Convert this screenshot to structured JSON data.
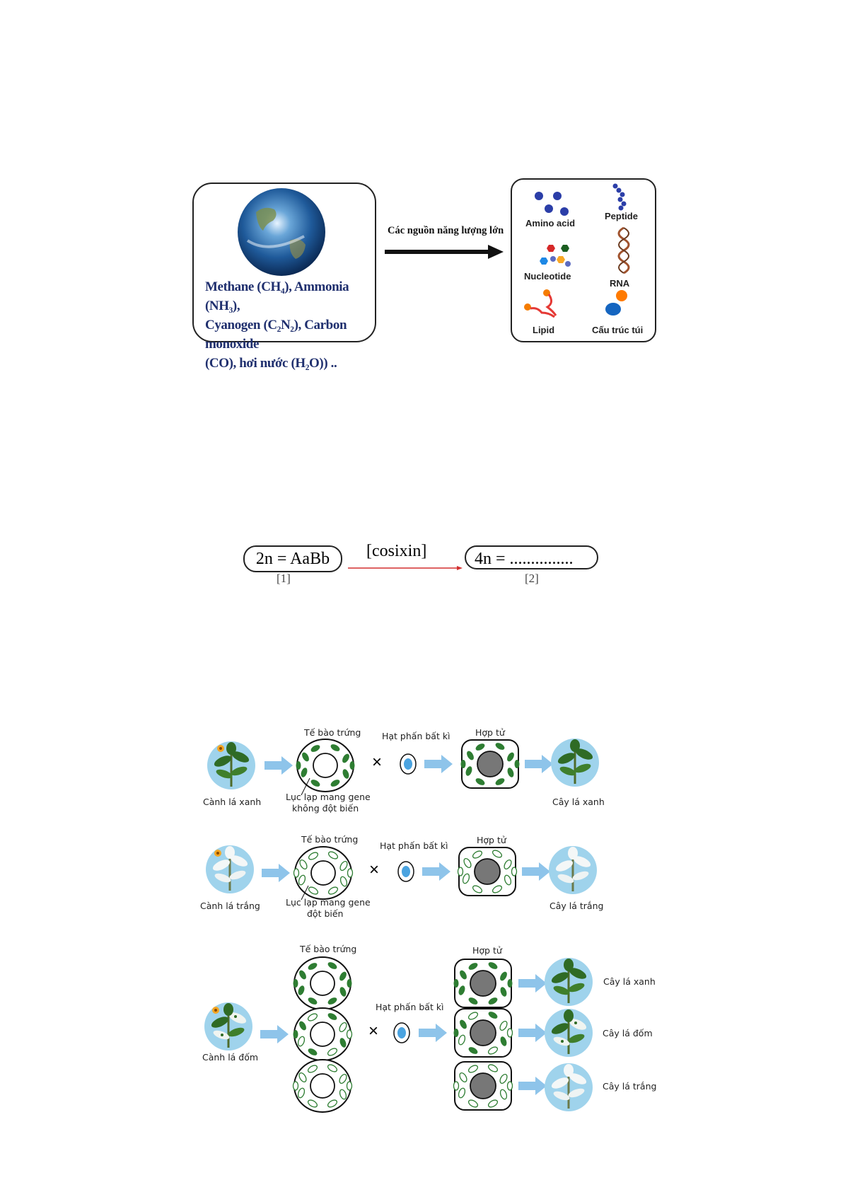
{
  "figure1": {
    "earth_text_lines": [
      "Methane (CH₄), Ammonia (NH₃),",
      "Cyanogen (C₂N₂), Carbon monoxide",
      "(CO), hơi nước (H₂O)) .."
    ],
    "arrow_label": "Các nguồn năng lượng lớn",
    "molecules": {
      "amino_acid": "Amino acid",
      "peptide": "Peptide",
      "nucleotide": "Nucleotide",
      "rna": "RNA",
      "lipid": "Lipid",
      "vesicle": "Cấu trúc túi"
    }
  },
  "figure2": {
    "left_box": "2n = AaBb",
    "left_index": "[1]",
    "arrow_label": "[cosixin]",
    "right_box": "4n = ...............",
    "right_index": "[2]"
  },
  "figure3": {
    "egg_label": "Tế bào trứng",
    "pollen_label": "Hạt phấn bất kì",
    "zygote_label": "Hợp tử",
    "cross_symbol": "×",
    "row1": {
      "source": "Cành lá xanh",
      "plastid_note_1": "Lục lạp mang gene",
      "plastid_note_2": "không đột biến",
      "result": "Cây lá xanh"
    },
    "row2": {
      "source": "Cành lá trắng",
      "plastid_note_1": "Lục lạp mang gene",
      "plastid_note_2": "đột biến",
      "result": "Cây lá trắng"
    },
    "row3": {
      "source": "Cành lá đốm",
      "results": [
        "Cây lá xanh",
        "Cây lá đốm",
        "Cây lá trắng"
      ]
    },
    "colors": {
      "green_plastid": "#2e7d32",
      "arrow_blue": "#8ec4ea",
      "nucleus_gray": "#777777",
      "pollen_blue": "#4aa3e0"
    }
  }
}
